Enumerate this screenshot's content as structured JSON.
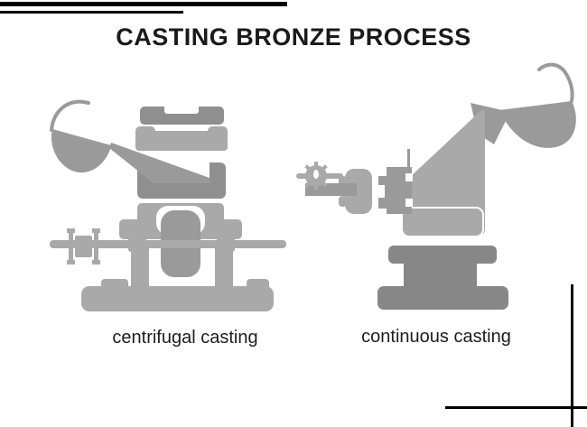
{
  "page": {
    "title": "CASTING BRONZE PROCESS",
    "background": "#ffffff",
    "rule_color": "#000000"
  },
  "figures": [
    {
      "id": "centrifugal",
      "label": "centrifugal casting"
    },
    {
      "id": "continuous",
      "label": "continuous casting"
    }
  ],
  "colors": {
    "machine_light": "#a9a9a9",
    "machine_mid": "#9a9a9a",
    "machine_dark": "#8f8f8f",
    "machine_darker": "#878787",
    "text": "#1a1a1a"
  }
}
